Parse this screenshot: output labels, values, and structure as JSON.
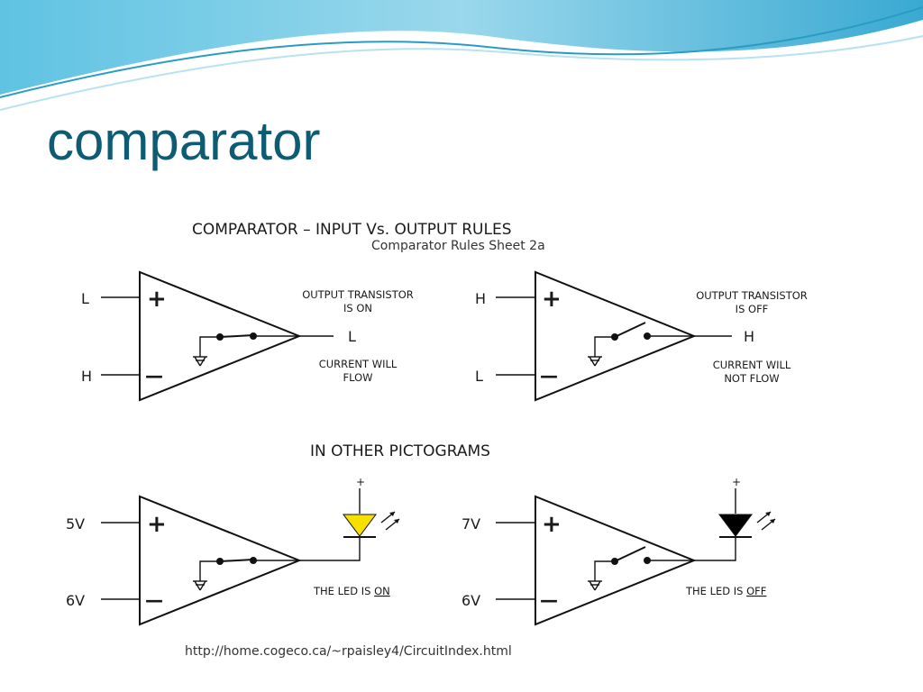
{
  "slide": {
    "title": "comparator"
  },
  "diagram": {
    "heading": "COMPARATOR – INPUT Vs. OUTPUT RULES",
    "subheading": "Comparator Rules Sheet 2a",
    "section2_heading": "IN OTHER PICTOGRAMS",
    "source_url": "http://home.cogeco.ca/~rpaisley4/CircuitIndex.html",
    "comparators": [
      {
        "id": "top-left",
        "plus_input": "L",
        "minus_input": "H",
        "plus_sign": "+",
        "minus_sign": "—",
        "output": "L",
        "note1_line1": "OUTPUT TRANSISTOR",
        "note1_line2": "IS ON",
        "note2_line1": "CURRENT WILL",
        "note2_line2": "FLOW",
        "switch": "closed"
      },
      {
        "id": "top-right",
        "plus_input": "H",
        "minus_input": "L",
        "plus_sign": "+",
        "minus_sign": "—",
        "output": "H",
        "note1_line1": "OUTPUT TRANSISTOR",
        "note1_line2": "IS OFF",
        "note2_line1": "CURRENT WILL",
        "note2_line2": "NOT FLOW",
        "switch": "open"
      },
      {
        "id": "bottom-left",
        "plus_input": "5V",
        "minus_input": "6V",
        "plus_sign": "+",
        "minus_sign": "—",
        "supply": "+",
        "led_prefix": "THE LED IS ",
        "led_state": "ON",
        "led_color": "#f5e000",
        "switch": "closed"
      },
      {
        "id": "bottom-right",
        "plus_input": "7V",
        "minus_input": "6V",
        "plus_sign": "+",
        "minus_sign": "—",
        "supply": "+",
        "led_prefix": "THE LED IS ",
        "led_state": "OFF",
        "led_color": "#000000",
        "switch": "open"
      }
    ]
  },
  "colors": {
    "title": "#0e5c74",
    "wave_dark": "#2a9cc4",
    "wave_light": "#a9dcee",
    "led_on": "#f5e000",
    "led_off": "#000000"
  }
}
